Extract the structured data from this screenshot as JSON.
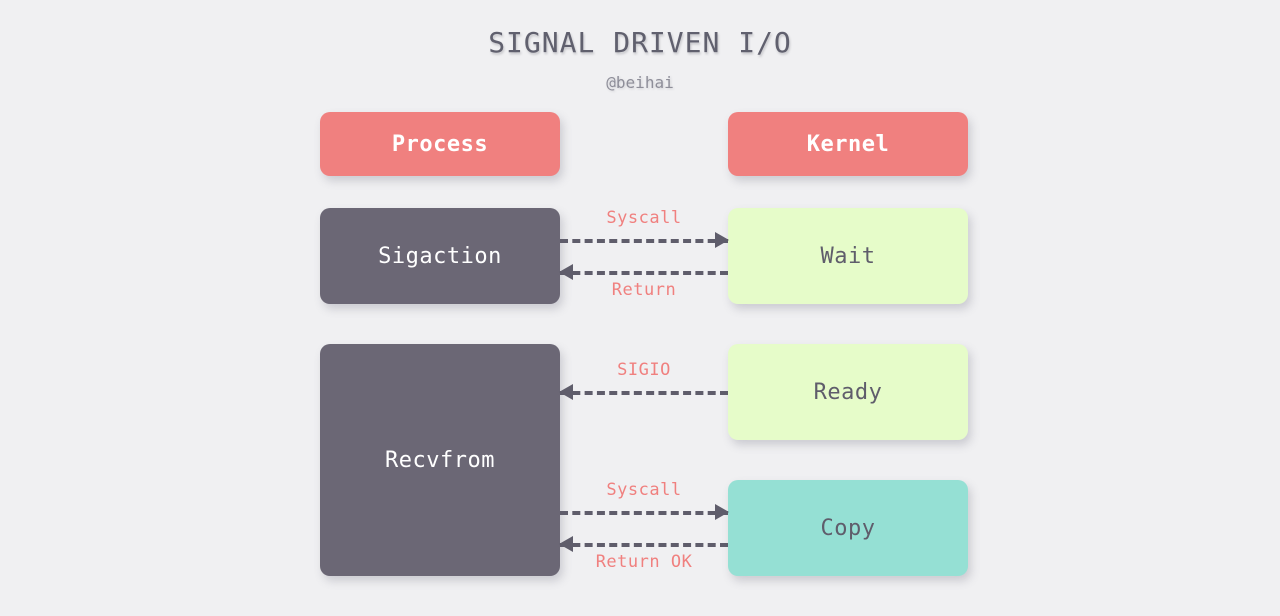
{
  "page": {
    "title": "SIGNAL DRIVEN I/O",
    "subtitle": "@beihai",
    "background_color": "#f0f0f2"
  },
  "colors": {
    "header_box": "#f0807f",
    "process_box": "#6b6775",
    "kernel_wait_box": "#e6fcc9",
    "kernel_ready_box": "#e6fcc9",
    "kernel_copy_box": "#95e0d4",
    "arrow": "#5f5d6b",
    "arrow_label": "#f0807f",
    "title_text": "#60606e",
    "dark_box_text": "#ffffff",
    "light_box_text": "#5f5d6b"
  },
  "columns": {
    "process": {
      "header": "Process"
    },
    "kernel": {
      "header": "Kernel"
    }
  },
  "process_boxes": [
    {
      "label": "Sigaction"
    },
    {
      "label": "Recvfrom"
    }
  ],
  "kernel_boxes": [
    {
      "label": "Wait"
    },
    {
      "label": "Ready"
    },
    {
      "label": "Copy"
    }
  ],
  "arrows": [
    {
      "label": "Syscall",
      "direction": "right"
    },
    {
      "label": "Return",
      "direction": "left"
    },
    {
      "label": "SIGIO",
      "direction": "left"
    },
    {
      "label": "Syscall",
      "direction": "right"
    },
    {
      "label": "Return OK",
      "direction": "left"
    }
  ]
}
